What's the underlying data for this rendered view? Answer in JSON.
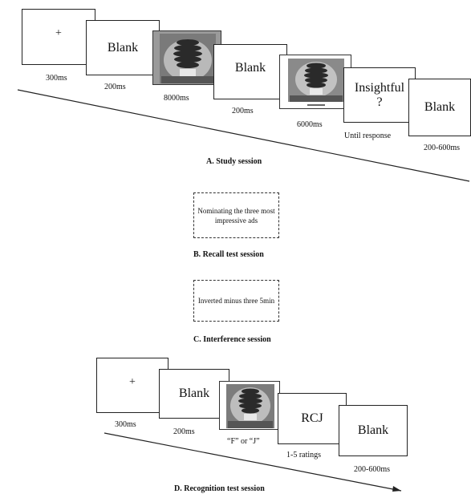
{
  "study": {
    "frame1_text": "+",
    "frame2_text": "Blank",
    "frame4_text": "Blank",
    "frame6_text_line1": "Insightful",
    "frame6_text_line2": "?",
    "frame7_text": "Blank",
    "time1": "300ms",
    "time2": "200ms",
    "time3": "8000ms",
    "time4": "200ms",
    "time5": "6000ms",
    "time6": "Until  response",
    "time7": "200-600ms",
    "caption": "A. Study session"
  },
  "recall": {
    "line1": "Nominating the three",
    "line2": "most impressive ads",
    "caption": "B. Recall test session"
  },
  "interference": {
    "line1": "Inverted minus three",
    "line2": "5min",
    "caption": "C. Interference session"
  },
  "recognition": {
    "frame1_text": "+",
    "frame2_text": "Blank",
    "frame4_text": "RCJ",
    "frame5_text": "Blank",
    "time1": "300ms",
    "time2": "200ms",
    "time3": "“F”  or  “J”",
    "time4": "1-5  ratings",
    "time5": "200-600ms",
    "caption": "D. Recognition test session"
  },
  "colors": {
    "ink": "#222222",
    "photo_bg": "#9a9a9a",
    "bulb": "#2a2a2a",
    "base": "#e8e8e8"
  }
}
